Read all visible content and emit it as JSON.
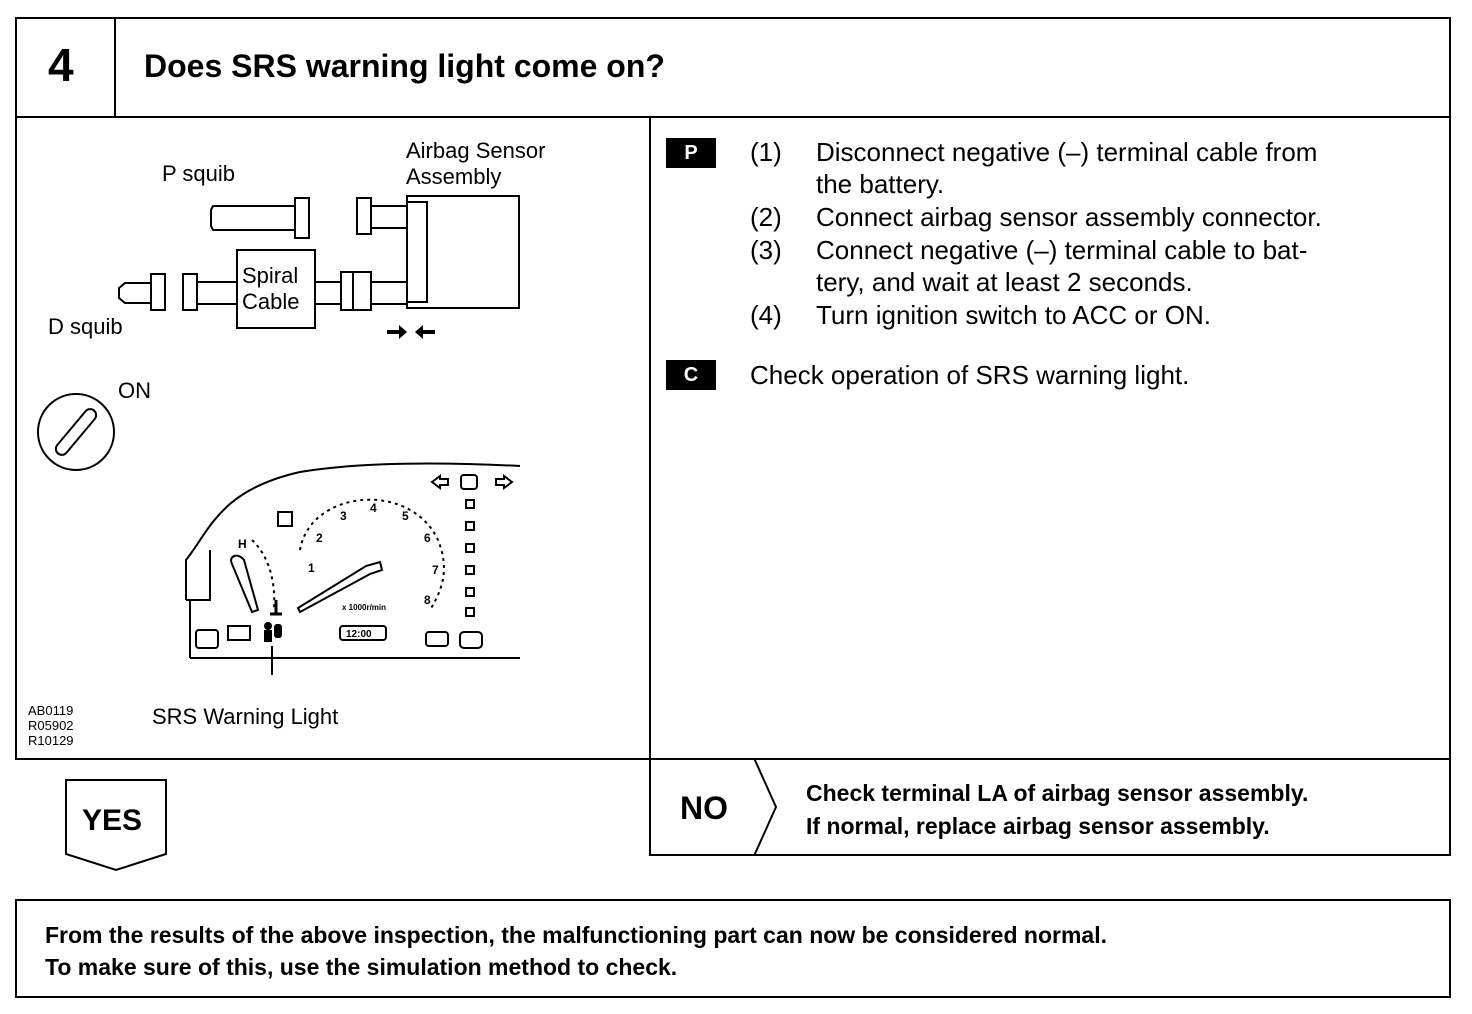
{
  "step": {
    "number": "4",
    "title": "Does SRS warning light come on?"
  },
  "figure": {
    "labels": {
      "p_squib": "P squib",
      "d_squib": "D squib",
      "airbag_sensor_line1": "Airbag Sensor",
      "airbag_sensor_line2": "Assembly",
      "spiral_line1": "Spiral",
      "spiral_line2": "Cable",
      "ignition_on": "ON",
      "srs_warning_light": "SRS Warning Light"
    },
    "gauge": {
      "numbers": [
        "1",
        "2",
        "3",
        "4",
        "5",
        "6",
        "7",
        "8"
      ],
      "h_mark": "H",
      "unit": "x 1000r/min",
      "clock": "12:00"
    },
    "codes": [
      "AB0119",
      "R05902",
      "R10129"
    ]
  },
  "procedure": {
    "p_badge": "P",
    "c_badge": "C",
    "steps": [
      {
        "num": "(1)",
        "line1": "Disconnect negative (–) terminal cable from",
        "line2": "the battery."
      },
      {
        "num": "(2)",
        "line1": "Connect airbag sensor assembly connector.",
        "line2": ""
      },
      {
        "num": "(3)",
        "line1": "Connect negative (–) terminal cable to bat-",
        "line2": "tery, and wait at least 2 seconds."
      },
      {
        "num": "(4)",
        "line1": "Turn ignition switch to ACC or ON.",
        "line2": ""
      }
    ],
    "check": "Check operation of SRS warning light."
  },
  "result": {
    "yes_label": "YES",
    "no_label": "NO",
    "no_line1": "Check terminal LA of airbag sensor assembly.",
    "no_line2": "If normal, replace airbag sensor assembly."
  },
  "conclusion": {
    "line1": "From the results of the above inspection, the malfunctioning part can now be considered normal.",
    "line2": "To make sure of this, use the simulation method to check."
  }
}
